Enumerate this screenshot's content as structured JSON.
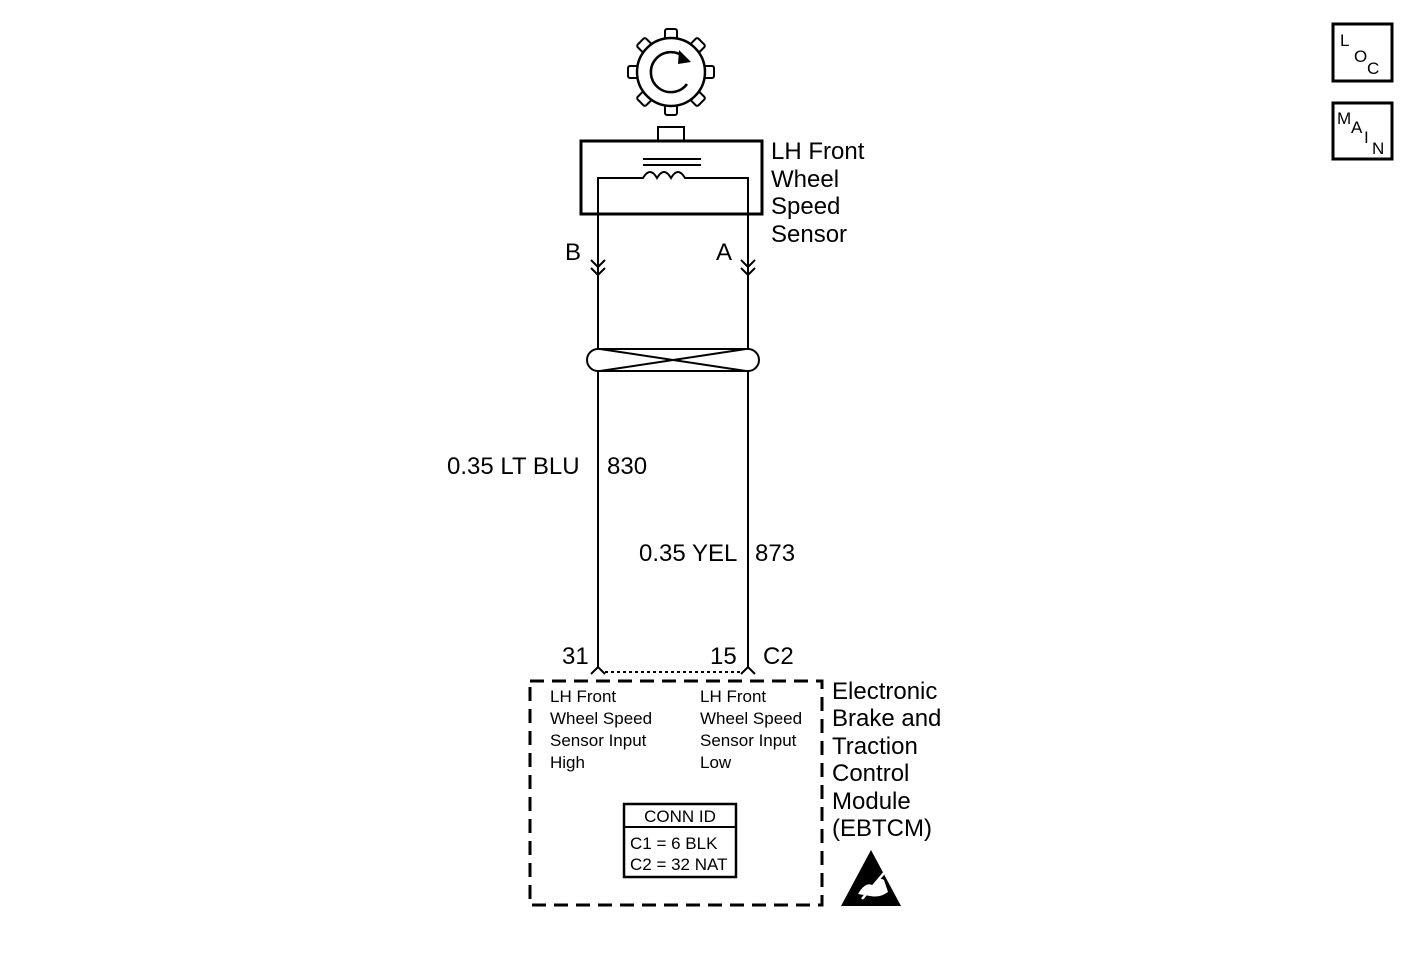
{
  "nav": {
    "loc": {
      "l1": "L",
      "l2": "O",
      "l3": "C"
    },
    "main": {
      "l1": "M",
      "l2": "A",
      "l3": "I",
      "l4": "N"
    }
  },
  "sensor": {
    "name_lines": [
      "LH Front",
      "Wheel",
      "Speed",
      "Sensor"
    ],
    "terminal_b": "B",
    "terminal_a": "A"
  },
  "wires": {
    "left": {
      "spec": "0.35 LT BLU",
      "circuit": "830"
    },
    "right": {
      "spec": "0.35 YEL",
      "circuit": "873"
    }
  },
  "connector": {
    "pin_left": "31",
    "pin_right": "15",
    "id": "C2"
  },
  "module": {
    "name_lines": [
      "Electronic",
      "Brake and",
      "Traction",
      "Control",
      "Module",
      "(EBTCM)"
    ],
    "input_high_lines": [
      "LH Front",
      "Wheel Speed",
      "Sensor Input",
      "High"
    ],
    "input_low_lines": [
      "LH Front",
      "Wheel Speed",
      "Sensor Input",
      "Low"
    ],
    "conn_id": {
      "header": "CONN ID",
      "rows": [
        "C1 = 6 BLK",
        "C2 = 32 NAT"
      ]
    }
  },
  "icons": {
    "tone_wheel": "tone-wheel-icon",
    "twisted_pair": "twisted-pair-icon",
    "esd": "esd-sensitive-icon"
  }
}
